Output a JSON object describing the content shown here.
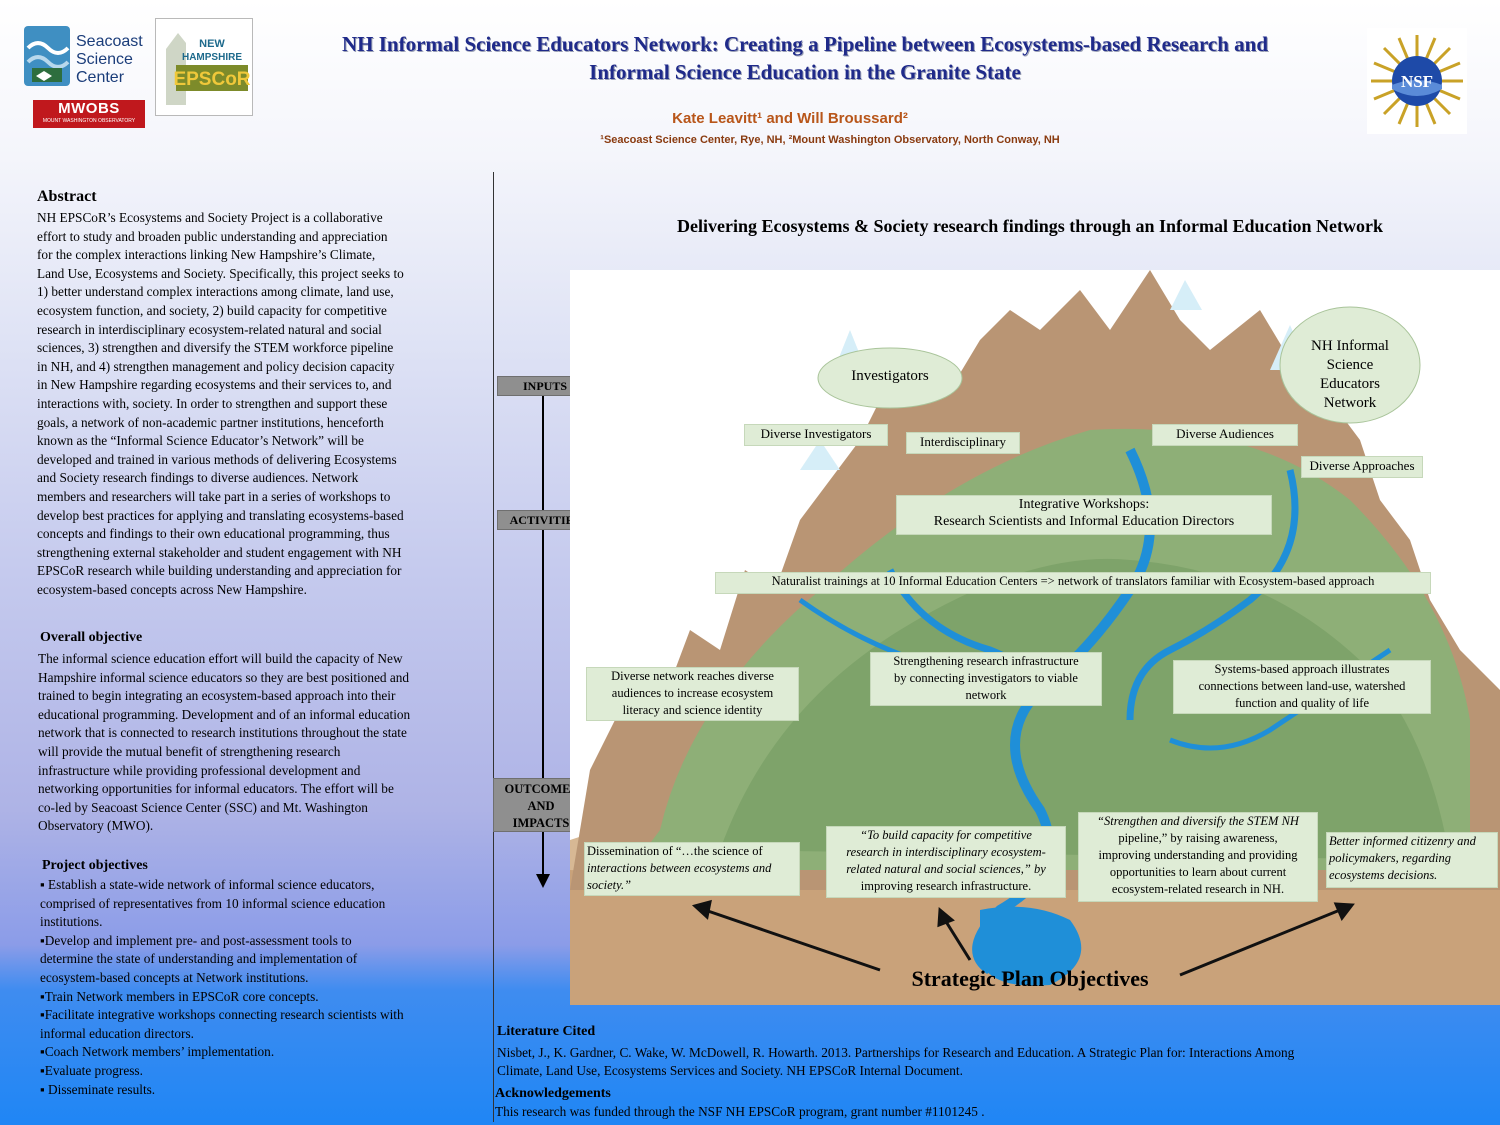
{
  "header": {
    "title_line1": "NH Informal Science Educators Network: Creating a Pipeline between Ecosystems-based Research and",
    "title_line2": "Informal Science Education in the Granite State",
    "authors": "Kate Leavitt¹ and Will Broussard²",
    "affiliations": "¹Seacoast Science Center, Rye, NH, ²Mount Washington Observatory, North Conway, NH"
  },
  "logos": {
    "ssc_line1": "Seacoast",
    "ssc_line2": "Science",
    "ssc_line3": "Center",
    "nh_line1": "NEW",
    "nh_line2": "HAMPSHIRE",
    "nh_line3": "EPSCoR",
    "mwobs": "MWOBS",
    "mwobs_sub": "MOUNT WASHINGTON OBSERVATORY",
    "nsf": "NSF"
  },
  "abstract": {
    "heading": "Abstract",
    "lines": [
      "NH EPSCoR’s Ecosystems and Society Project is a collaborative",
      "effort to study and broaden public understanding and appreciation",
      "for the complex interactions linking New Hampshire’s Climate,",
      "Land Use, Ecosystems and Society. Specifically, this project seeks to",
      "1) better understand complex interactions among climate, land use,",
      "ecosystem function, and society, 2) build capacity for competitive",
      "research in interdisciplinary ecosystem-related natural and social",
      "sciences, 3) strengthen and diversify the STEM workforce pipeline",
      "in NH, and 4) strengthen management and policy decision capacity",
      "in New Hampshire regarding ecosystems and their services to, and",
      "interactions with, society. In order to strengthen and support these",
      "goals, a network of non-academic partner institutions, henceforth",
      "known as the “Informal Science Educator’s Network” will be",
      "developed and trained in various methods of delivering Ecosystems",
      "and Society research findings to diverse audiences. Network",
      "members and researchers will take part in a series of workshops to",
      "develop best practices for applying and translating ecosystems-based",
      "concepts and findings to their own educational programming, thus",
      "strengthening external stakeholder and student engagement with NH",
      "EPSCoR research while building understanding and appreciation for",
      "ecosystem-based concepts across New Hampshire."
    ]
  },
  "overall": {
    "heading": "Overall objective",
    "lines": [
      "The informal science education effort will build the capacity of New",
      "Hampshire informal science educators so they are best positioned and",
      "trained to begin integrating an ecosystem-based approach into their",
      "educational programming. Development and of an informal education",
      "network that is connected to research institutions throughout the state",
      "will provide the mutual benefit of strengthening research",
      "infrastructure while providing professional development and",
      "networking opportunities for informal educators. The effort will be",
      "co-led by Seacoast Science Center (SSC) and Mt. Washington",
      "Observatory (MWO)."
    ]
  },
  "project": {
    "heading": "Project objectives",
    "lines": [
      "▪ Establish a state-wide network of  informal science educators,",
      "comprised of representatives from 10 informal science education",
      "institutions.",
      "▪Develop and implement pre- and post-assessment tools to",
      "determine the state of understanding and implementation of",
      "ecosystem-based concepts at Network institutions.",
      "▪Train Network members in EPSCoR core concepts.",
      "▪Facilitate integrative workshops connecting research scientists with",
      "informal education directors.",
      "▪Coach Network members’ implementation.",
      "▪Evaluate progress.",
      "▪ Disseminate results."
    ]
  },
  "flow": {
    "inputs": "INPUTS",
    "activities": "ACTIVITIES",
    "outcomes_line1": "OUTCOMES",
    "outcomes_line2": "AND",
    "outcomes_line3": "IMPACTS"
  },
  "diagram": {
    "title": "Delivering Ecosystems & Society research findings through an Informal Education Network",
    "cloud_investigators": "Investigators",
    "cloud_network_line1": "NH Informal",
    "cloud_network_line2": "Science",
    "cloud_network_line3": "Educators",
    "cloud_network_line4": "Network",
    "diverse_investigators": "Diverse Investigators",
    "interdisciplinary": "Interdisciplinary",
    "diverse_audiences": "Diverse Audiences",
    "diverse_approaches": "Diverse Approaches",
    "workshops_line1": "Integrative Workshops:",
    "workshops_line2": "Research Scientists and Informal Education Directors",
    "naturalist": "Naturalist trainings at 10 Informal Education Centers => network of translators familiar with Ecosystem-based approach",
    "diverse_network_line1": "Diverse network reaches diverse",
    "diverse_network_line2": "audiences to increase ecosystem",
    "diverse_network_line3": "literacy and science identity",
    "strengthening_line1": "Strengthening research infrastructure",
    "strengthening_line2": "by connecting investigators to viable",
    "strengthening_line3": "network",
    "systems_line1": "Systems-based approach illustrates",
    "systems_line2": "connections between land-use, watershed",
    "systems_line3": "function and quality of life",
    "dissemination_line1": "Dissemination of  “…the science of",
    "dissemination_line2": "interactions between ecosystems and",
    "dissemination_line3": "society.”",
    "capacity_line1": "“To build capacity for competitive",
    "capacity_line2": "research in interdisciplinary ecosystem-",
    "capacity_line3": "related natural and social sciences,” by",
    "capacity_line4": "improving research infrastructure.",
    "stem_line1": "“Strengthen and diversify the STEM NH",
    "stem_line2": "pipeline,” by raising awareness,",
    "stem_line3": "improving understanding and providing",
    "stem_line4": "opportunities to learn about current",
    "stem_line5": "ecosystem-related research in NH.",
    "citizenry_line1": "Better informed citizenry and",
    "citizenry_line2": "policymakers, regarding",
    "citizenry_line3": "ecosystems decisions.",
    "strategic": "Strategic Plan Objectives"
  },
  "literature": {
    "heading": "Literature Cited",
    "line1": "Nisbet, J., K. Gardner, C. Wake, W. McDowell, R. Howarth. 2013. Partnerships for Research and Education.  A Strategic Plan for: Interactions Among",
    "line2": "Climate, Land Use, Ecosystems Services and Society.  NH EPSCoR Internal Document."
  },
  "acknowledgements": {
    "heading": "Acknowledgements",
    "text": "This research was funded through the NSF NH EPSCoR program, grant number #1101245 ."
  },
  "colors": {
    "title": "#1f2a8a",
    "authors": "#b8561a",
    "box_fill": "#dfecd6",
    "mountain": "#b99574",
    "water": "#1f8fd8",
    "meadow": "#8eaf77"
  }
}
